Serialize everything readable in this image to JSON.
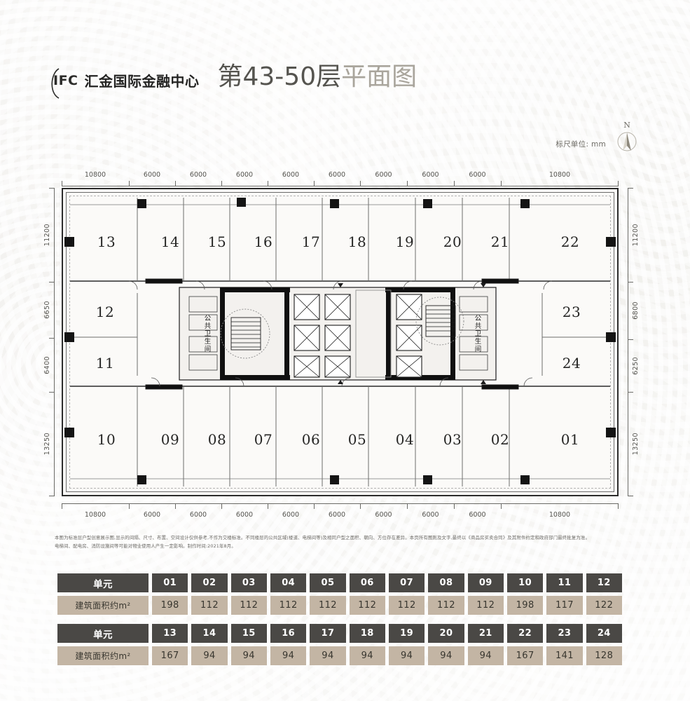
{
  "header": {
    "logo_mark": "IFC",
    "logo_name": "汇金国际金融中心",
    "title_main": "第43-50层",
    "title_sub": "平面图"
  },
  "compass": {
    "north_label": "N",
    "scale_note": "标尺单位: mm",
    "icon": "compass-north-icon"
  },
  "plan": {
    "dimensions_top": [
      "10800",
      "6000",
      "6000",
      "6000",
      "6000",
      "6000",
      "6000",
      "6000",
      "6000",
      "10800"
    ],
    "dimensions_bottom": [
      "10800",
      "6000",
      "6000",
      "6000",
      "6000",
      "6000",
      "6000",
      "6000",
      "6000",
      "10800"
    ],
    "dimensions_left": [
      "11200",
      "6650",
      "6400",
      "13250"
    ],
    "dimensions_right": [
      "11200",
      "6800",
      "6250",
      "13250"
    ],
    "units_top": [
      "13",
      "14",
      "15",
      "16",
      "17",
      "18",
      "19",
      "20",
      "21",
      "22"
    ],
    "units_bottom": [
      "10",
      "09",
      "08",
      "07",
      "06",
      "05",
      "04",
      "03",
      "02",
      "01"
    ],
    "units_left": [
      "12",
      "11"
    ],
    "units_right": [
      "23",
      "24"
    ],
    "core_rooms": [
      "公共卫生间",
      "公共卫生间"
    ]
  },
  "disclaimer": {
    "line1": "本图为标准层户型创意展示图,显示的间隔、尺寸、布置、空间设计仅供参考,不作为交楼标准。不同楼层的公共区域(楼道、电梯间等)及相同户型之面积、朝向、方位存在差异。本页所有图则及文字,最终以《商品房买卖合同》及其附件约定和政府部门最终批复为准。",
    "line2": "电梯间、配电房、消防设施间等可能对物业使用人产生一定影响。制作时间:2021年8月。"
  },
  "tables": [
    {
      "header_label": "单元",
      "value_label": "建筑面积约m²",
      "units": [
        "01",
        "02",
        "03",
        "04",
        "05",
        "06",
        "07",
        "08",
        "09",
        "10",
        "11",
        "12"
      ],
      "areas": [
        "198",
        "112",
        "112",
        "112",
        "112",
        "112",
        "112",
        "112",
        "112",
        "198",
        "117",
        "122"
      ]
    },
    {
      "header_label": "单元",
      "value_label": "建筑面积约m²",
      "units": [
        "13",
        "14",
        "15",
        "16",
        "17",
        "18",
        "19",
        "20",
        "21",
        "22",
        "23",
        "24"
      ],
      "areas": [
        "167",
        "94",
        "94",
        "94",
        "94",
        "94",
        "94",
        "94",
        "94",
        "167",
        "141",
        "128"
      ]
    }
  ],
  "colors": {
    "header_cell": "#4a4845",
    "value_cell": "#c3b5a4",
    "title_main": "#55544f",
    "title_sub": "#a9a59c",
    "page_bg": "#f0efec"
  }
}
